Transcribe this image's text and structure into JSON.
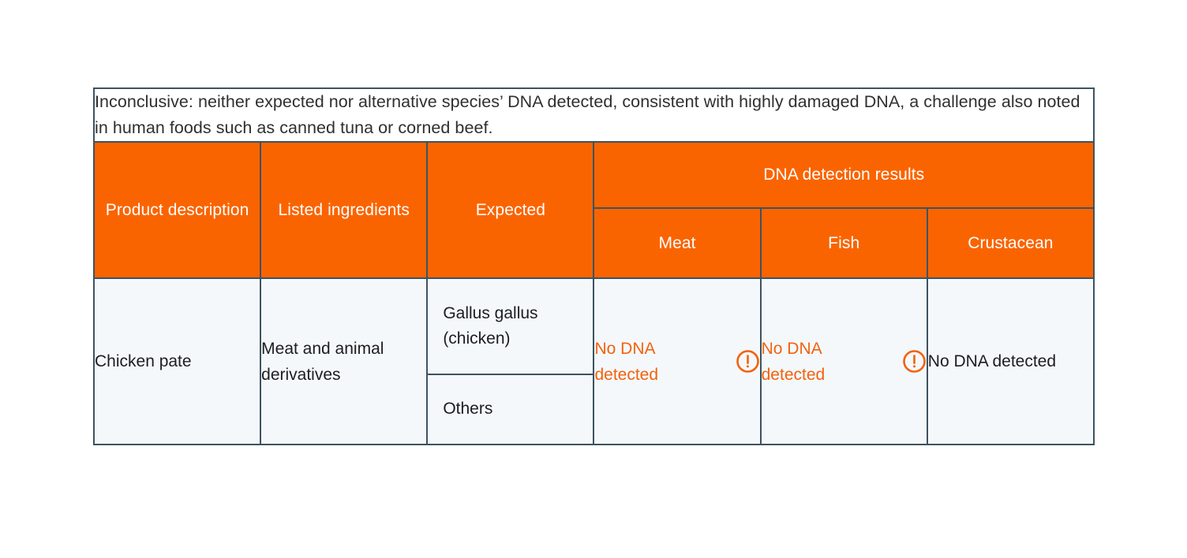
{
  "table": {
    "caption": "Inconclusive: neither expected nor alternative species’ DNA detected, consistent with highly damaged DNA, a challenge also noted in human foods such as canned tuna or corned beef.",
    "headers": {
      "product_description": "Product description",
      "listed_ingredients": "Listed ingredients",
      "expected": "Expected",
      "dna_group": "DNA detection results",
      "meat": "Meat",
      "fish": "Fish",
      "crustacean": "Crustacean"
    },
    "row": {
      "product_description": "Chicken pate",
      "listed_ingredients": "Meat and animal derivatives",
      "expected_primary": "Gallus gallus (chicken)",
      "expected_secondary": "Others",
      "meat_result": "No DNA detected",
      "meat_alert_icon": "alert-circle-icon",
      "fish_result": "No DNA detected",
      "fish_alert_icon": "alert-circle-icon",
      "crustacean_result": "No DNA detected"
    }
  },
  "colors": {
    "header_orange": "#FA6400",
    "alert_orange": "#F4610C",
    "border": "#3D5361",
    "cell_background": "#F4F8FB",
    "caption_background": "#FFFFFF",
    "text_dark": "#1D1D1F",
    "header_text": "#FFFFFF"
  }
}
